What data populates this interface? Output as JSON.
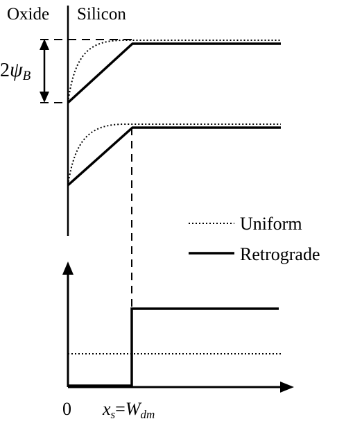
{
  "header": {
    "oxide_label": "Oxide",
    "silicon_label": "Silicon"
  },
  "annotation": {
    "psi_prefix": "2",
    "psi_symbol": "ψ",
    "psi_subscript": "B"
  },
  "legend": {
    "uniform_label": "Uniform",
    "retrograde_label": "Retrograde"
  },
  "axis": {
    "origin_label": "0",
    "xs_symbol": "x",
    "xs_subscript": "s",
    "equals": "=",
    "wdm_symbol": "W",
    "wdm_subscript": "dm"
  }
}
